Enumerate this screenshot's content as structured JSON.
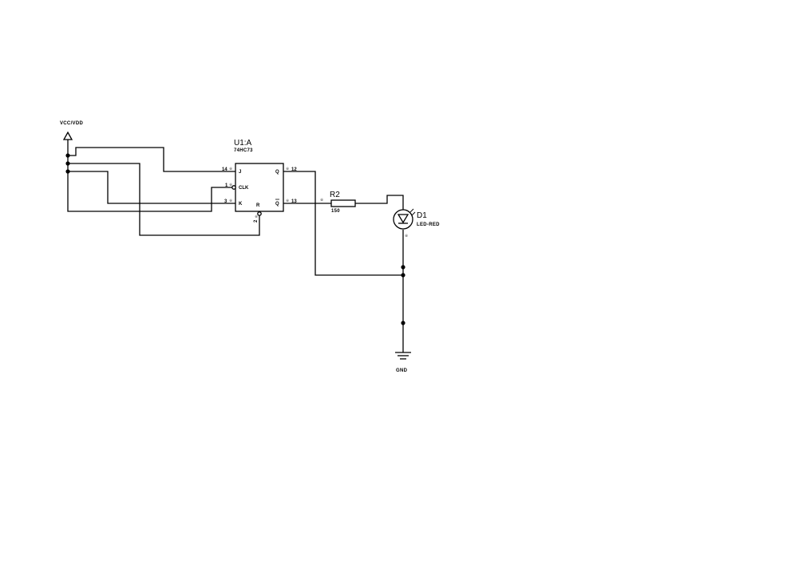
{
  "power": {
    "label": "VCC/VDD"
  },
  "ground": {
    "label": "GND"
  },
  "u1": {
    "ref": "U1:A",
    "value": "74HC73",
    "pins": {
      "j": "J",
      "clk": "CLK",
      "k": "K",
      "q": "Q",
      "qbar": "Q",
      "r": "R",
      "j_num": "14",
      "clk_num": "1",
      "k_num": "3",
      "q_num": "12",
      "qbar_num": "13",
      "r_num": "2"
    }
  },
  "r2": {
    "ref": "R2",
    "value": "150"
  },
  "d1": {
    "ref": "D1",
    "value": "LED-RED"
  },
  "pin_marker": "※"
}
